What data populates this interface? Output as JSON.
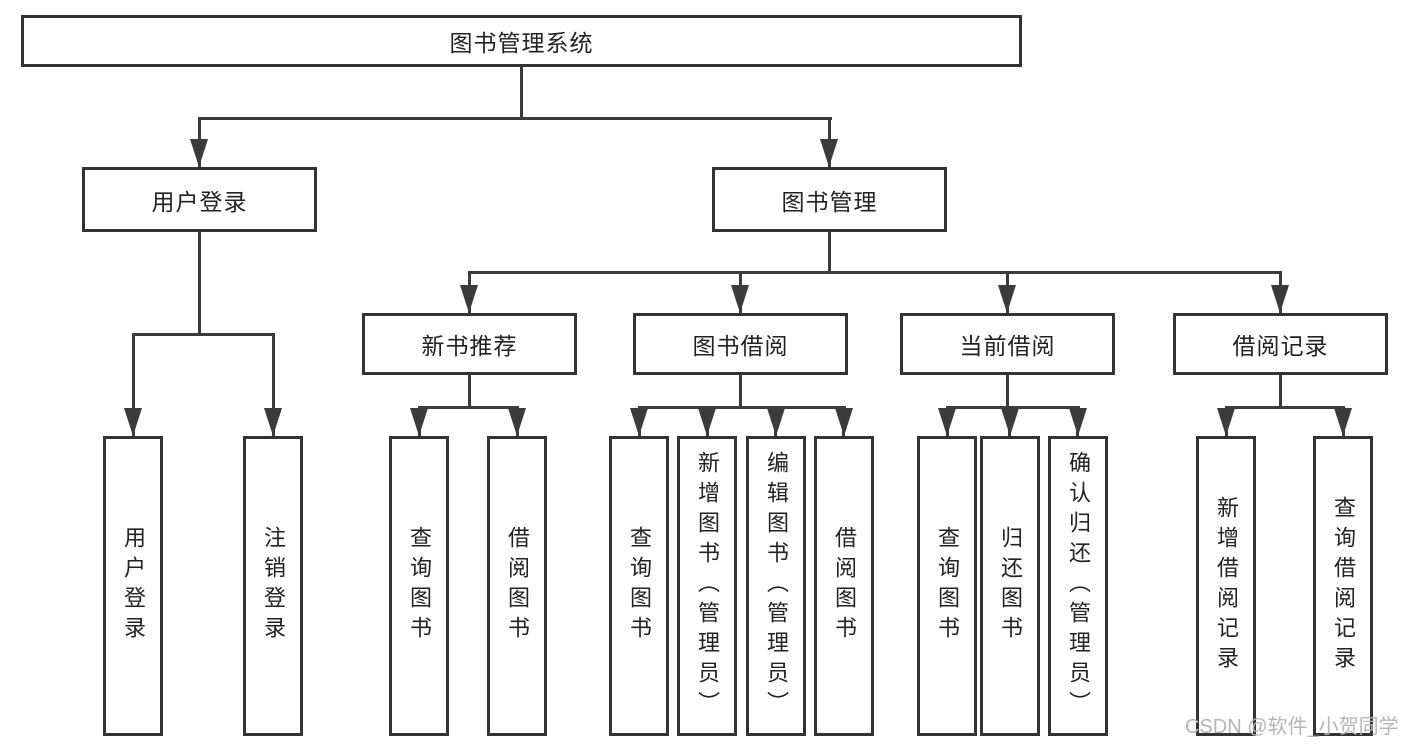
{
  "colors": {
    "background": "#ffffff",
    "box_border": "#333333",
    "connector_line": "#3b3b3b",
    "text": "#222222",
    "watermark_text": "#b5b5b5"
  },
  "diagram": {
    "root": {
      "label": "图书管理系统"
    },
    "level2": [
      {
        "label": "用户登录"
      },
      {
        "label": "图书管理"
      }
    ],
    "level3": [
      {
        "label": "新书推荐"
      },
      {
        "label": "图书借阅"
      },
      {
        "label": "当前借阅"
      },
      {
        "label": "借阅记录"
      }
    ],
    "leaves": {
      "login": [
        {
          "label": "用户登录"
        },
        {
          "label": "注销登录"
        }
      ],
      "recommend": [
        {
          "label": "查询图书"
        },
        {
          "label": "借阅图书"
        }
      ],
      "borrow": [
        {
          "label": "查询图书"
        },
        {
          "label": "新增图书（管理员）"
        },
        {
          "label": "编辑图书（管理员）"
        },
        {
          "label": "借阅图书"
        }
      ],
      "current": [
        {
          "label": "查询图书"
        },
        {
          "label": "归还图书"
        },
        {
          "label": "确认归还（管理员）"
        }
      ],
      "records": [
        {
          "label": "新增借阅记录"
        },
        {
          "label": "查询借阅记录"
        }
      ]
    }
  },
  "watermark": {
    "text": "CSDN @软件_小贺同学"
  }
}
